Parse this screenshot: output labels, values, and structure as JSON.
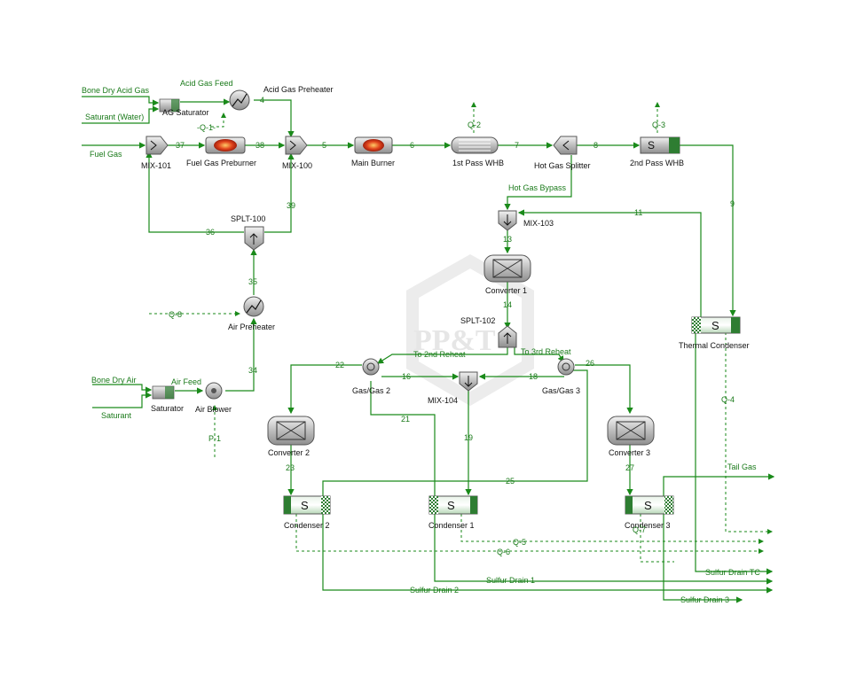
{
  "watermark": "PP&T",
  "units": {
    "ag_saturator": "AG Saturator",
    "acid_gas_preheater": "Acid Gas Preheater",
    "mix_101": "MIX-101",
    "fuel_gas_preburner": "Fuel Gas Preburner",
    "mix_100": "MIX-100",
    "main_burner": "Main Burner",
    "first_pass_whb": "1st Pass WHB",
    "hot_gas_splitter": "Hot Gas Splitter",
    "second_pass_whb": "2nd Pass WHB",
    "splt_100": "SPLT-100",
    "mix_103": "MIX-103",
    "converter_1": "Converter 1",
    "splt_102": "SPLT-102",
    "air_preheater": "Air Preheater",
    "thermal_condenser": "Thermal Condenser",
    "gas_gas_2": "Gas/Gas 2",
    "mix_104": "MIX-104",
    "gas_gas_3": "Gas/Gas 3",
    "saturator": "Saturator",
    "air_blower": "Air Blower",
    "converter_2": "Converter 2",
    "converter_3": "Converter 3",
    "condenser_2": "Condenser 2",
    "condenser_1": "Condenser 1",
    "condenser_3": "Condenser 3",
    "s_letter": "S"
  },
  "streams": {
    "bone_dry_acid_gas": "Bone Dry Acid Gas",
    "acid_gas_feed": "Acid Gas Feed",
    "saturant_water": "Saturant (Water)",
    "fuel_gas": "Fuel Gas",
    "hot_gas_bypass": "Hot Gas Bypass",
    "to_2nd_reheat": "To 2nd Reheat",
    "to_3rd_reheat": "To 3rd Reheat",
    "bone_dry_air": "Bone Dry Air",
    "air_feed": "Air Feed",
    "saturant": "Saturant",
    "tail_gas": "Tail Gas",
    "sulfur_drain_tc": "Sulfur Drain TC",
    "sulfur_drain_1": "Sulfur Drain 1",
    "sulfur_drain_2": "Sulfur Drain 2",
    "sulfur_drain_3": "Sulfur Drain 3",
    "s4": "4",
    "s5": "5",
    "s6": "6",
    "s7": "7",
    "s8": "8",
    "s9": "9",
    "s11": "11",
    "s13": "13",
    "s14": "14",
    "s16": "16",
    "s18": "18",
    "s19": "19",
    "s21": "21",
    "s22": "22",
    "s23": "23",
    "s25": "25",
    "s26": "26",
    "s27": "27",
    "s34": "34",
    "s35": "35",
    "s36": "36",
    "s37": "37",
    "s38": "38",
    "s39": "39"
  },
  "energy": {
    "q1": "-Q-1-",
    "q2": "Q-2",
    "q3": "Q-3",
    "q4": "Q-4",
    "q5": "Q-5",
    "q6": "Q-6",
    "q7": "Q-7",
    "q8": "Q-8",
    "p1": "P-1"
  },
  "colors": {
    "stream": "#1a8a1a",
    "unit_gray": "#c8c8c8",
    "burner_red": "#d93a1a",
    "condenser_green": "#2e7d32"
  }
}
